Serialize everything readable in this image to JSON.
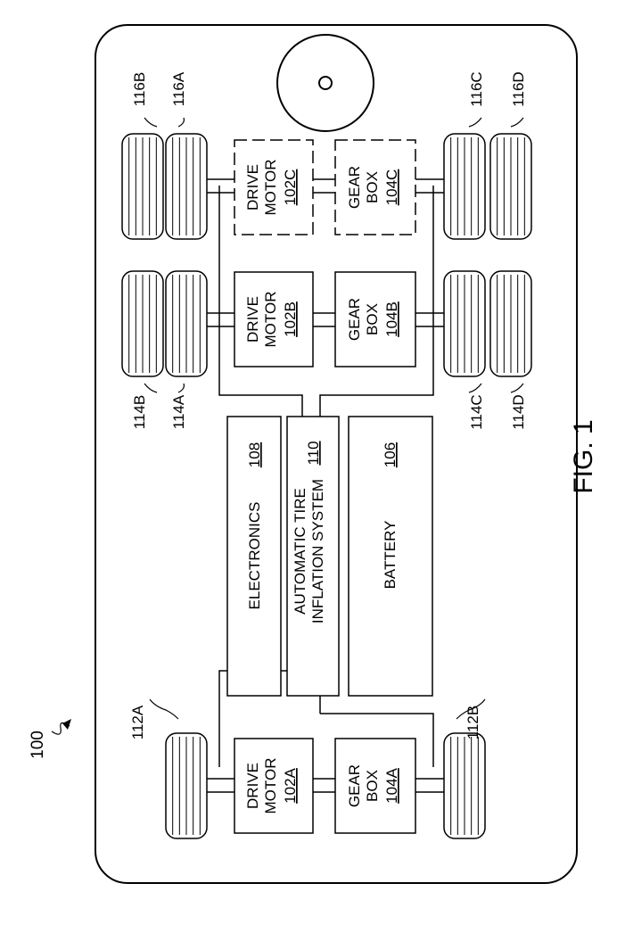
{
  "figure": {
    "caption": "FIG. 1",
    "ref_100": "100"
  },
  "components": {
    "motor_a": {
      "line1": "DRIVE",
      "line2": "MOTOR",
      "ref": "102A"
    },
    "motor_b": {
      "line1": "DRIVE",
      "line2": "MOTOR",
      "ref": "102B"
    },
    "motor_c": {
      "line1": "DRIVE",
      "line2": "MOTOR",
      "ref": "102C"
    },
    "gear_a": {
      "line1": "GEAR",
      "line2": "BOX",
      "ref": "104A"
    },
    "gear_b": {
      "line1": "GEAR",
      "line2": "BOX",
      "ref": "104B"
    },
    "gear_c": {
      "line1": "GEAR",
      "line2": "BOX",
      "ref": "104C"
    },
    "electronics": {
      "label": "ELECTRONICS",
      "ref": "108"
    },
    "inflation": {
      "line1": "AUTOMATIC TIRE",
      "line2": "INFLATION SYSTEM",
      "ref": "110"
    },
    "battery": {
      "label": "BATTERY",
      "ref": "106"
    }
  },
  "tires": {
    "t112A": "112A",
    "t112B": "112B",
    "t114A": "114A",
    "t114B": "114B",
    "t114C": "114C",
    "t114D": "114D",
    "t116A": "116A",
    "t116B": "116B",
    "t116C": "116C",
    "t116D": "116D"
  },
  "colors": {
    "ink": "#000000",
    "paper": "#ffffff"
  }
}
